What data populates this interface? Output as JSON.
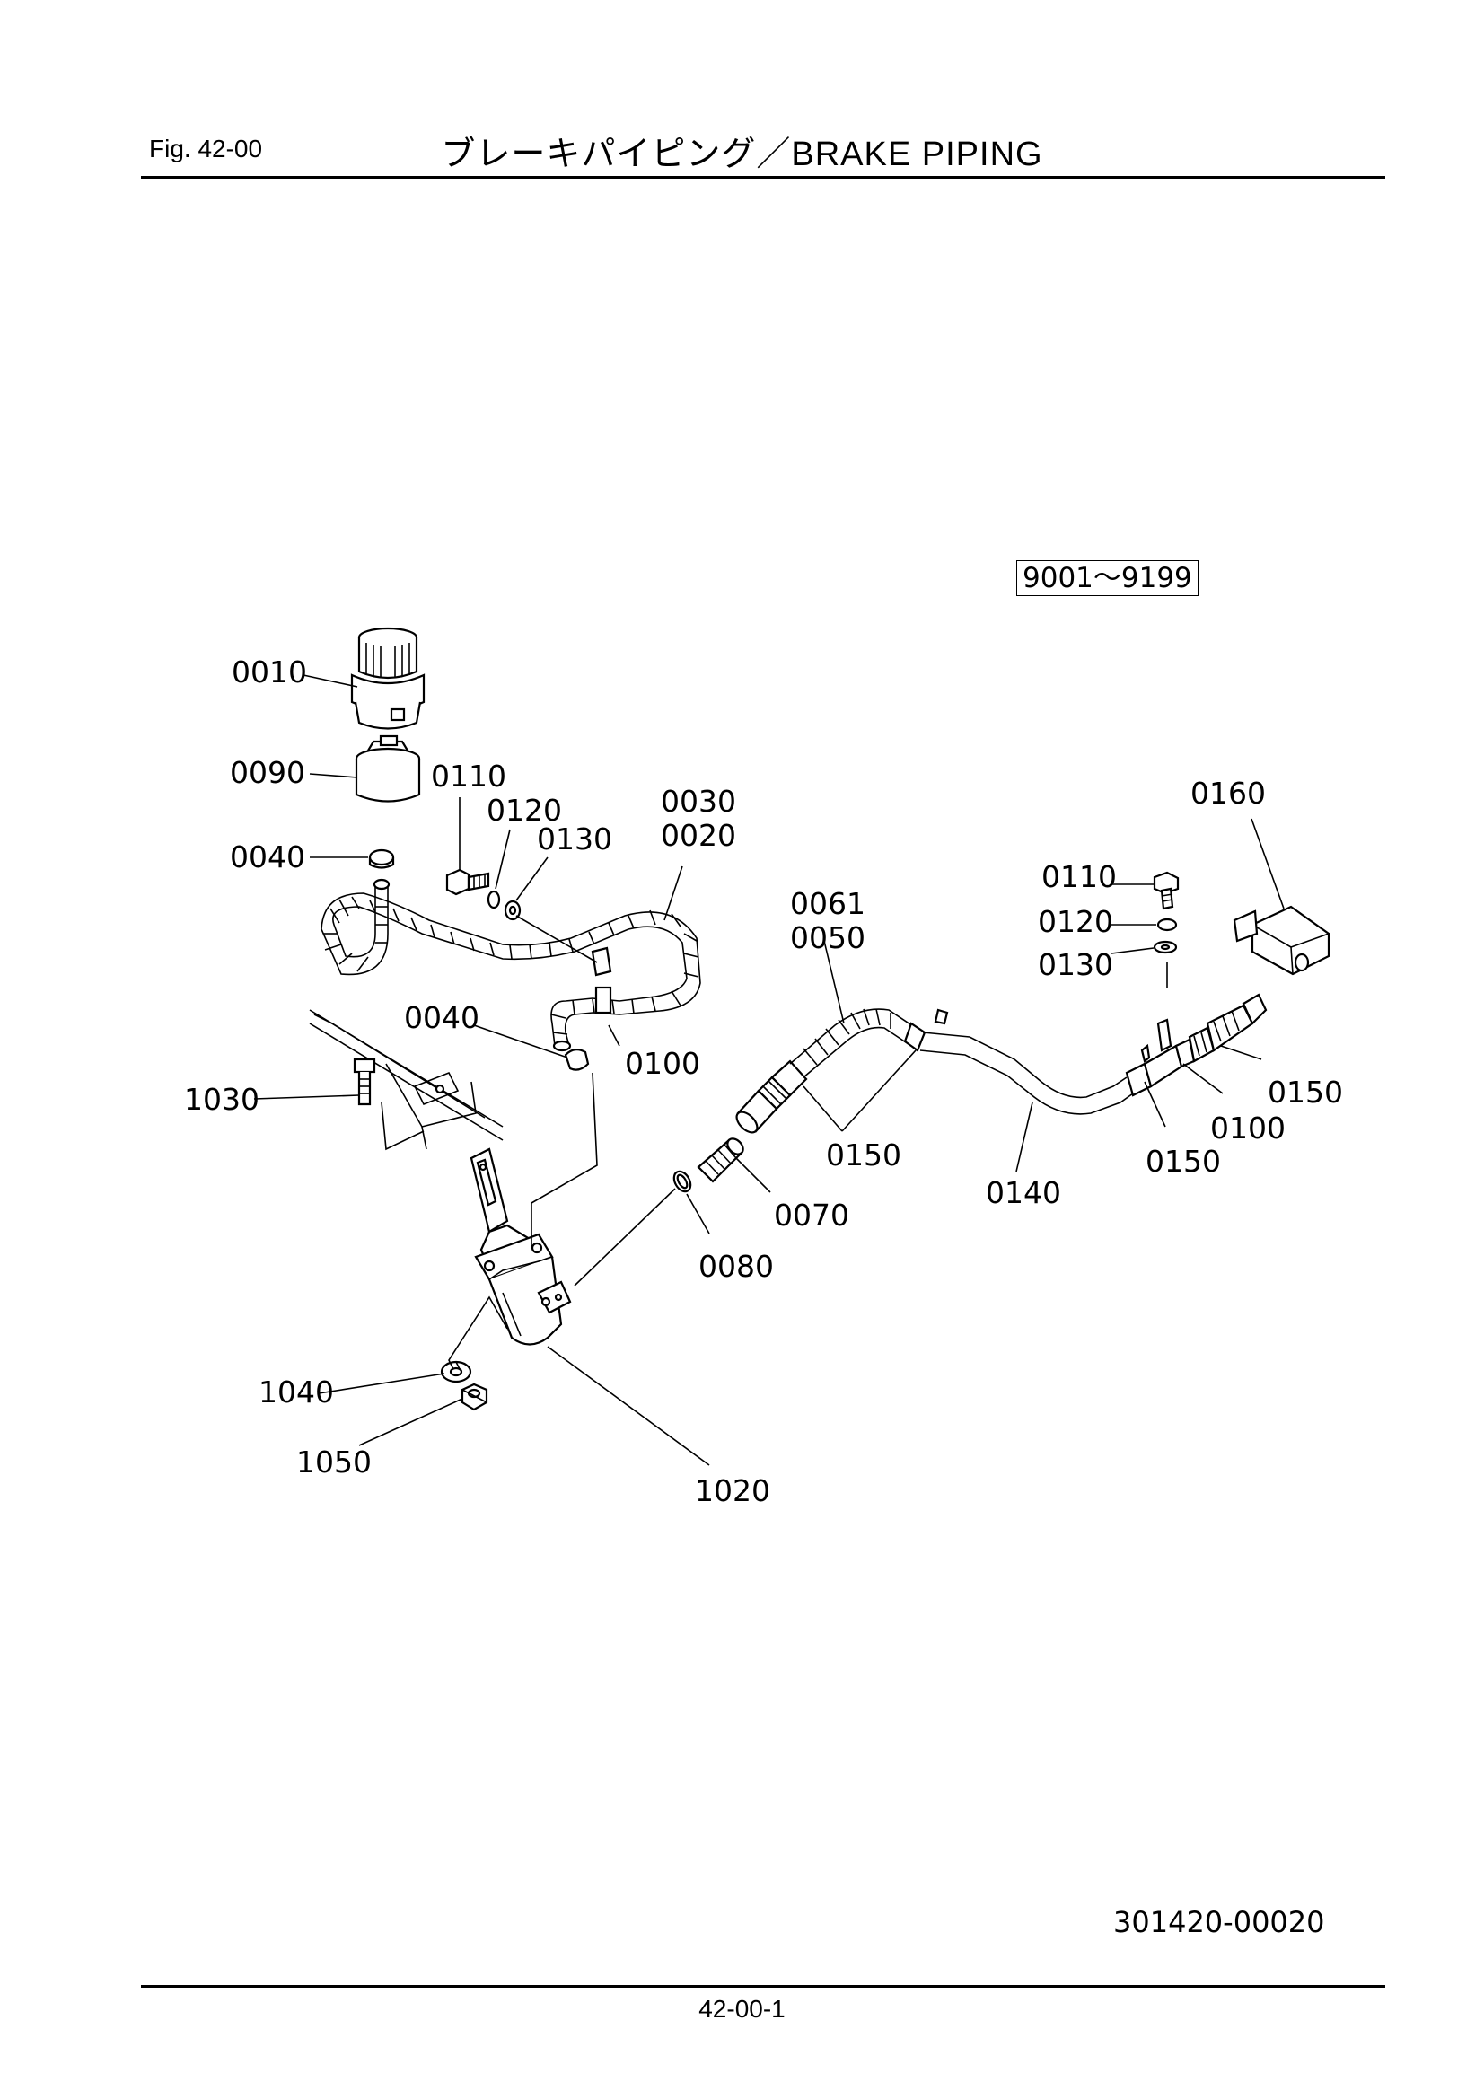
{
  "header": {
    "fig_label": "Fig.  42-00",
    "title": "ブレーキパイピング／BRAKE  PIPING"
  },
  "serial_range": "9001～9199",
  "callouts": {
    "c0010": "0010",
    "c0090": "0090",
    "c0040a": "0040",
    "c0110a": "0110",
    "c0120a": "0120",
    "c0130a": "0130",
    "c0030": "0030",
    "c0020": "0020",
    "c0040b": "0040",
    "c0100a": "0100",
    "c1030": "1030",
    "c0061": "0061",
    "c0050": "0050",
    "c0150a": "0150",
    "c0070": "0070",
    "c0080": "0080",
    "c0140": "0140",
    "c0160": "0160",
    "c0110b": "0110",
    "c0120b": "0120",
    "c0130b": "0130",
    "c0150b": "0150",
    "c0100b": "0100",
    "c0150c": "0150",
    "c1040": "1040",
    "c1050": "1050",
    "c1020": "1020"
  },
  "footer": {
    "drawing_id": "301420-00020",
    "page_number": "42-00-1"
  }
}
